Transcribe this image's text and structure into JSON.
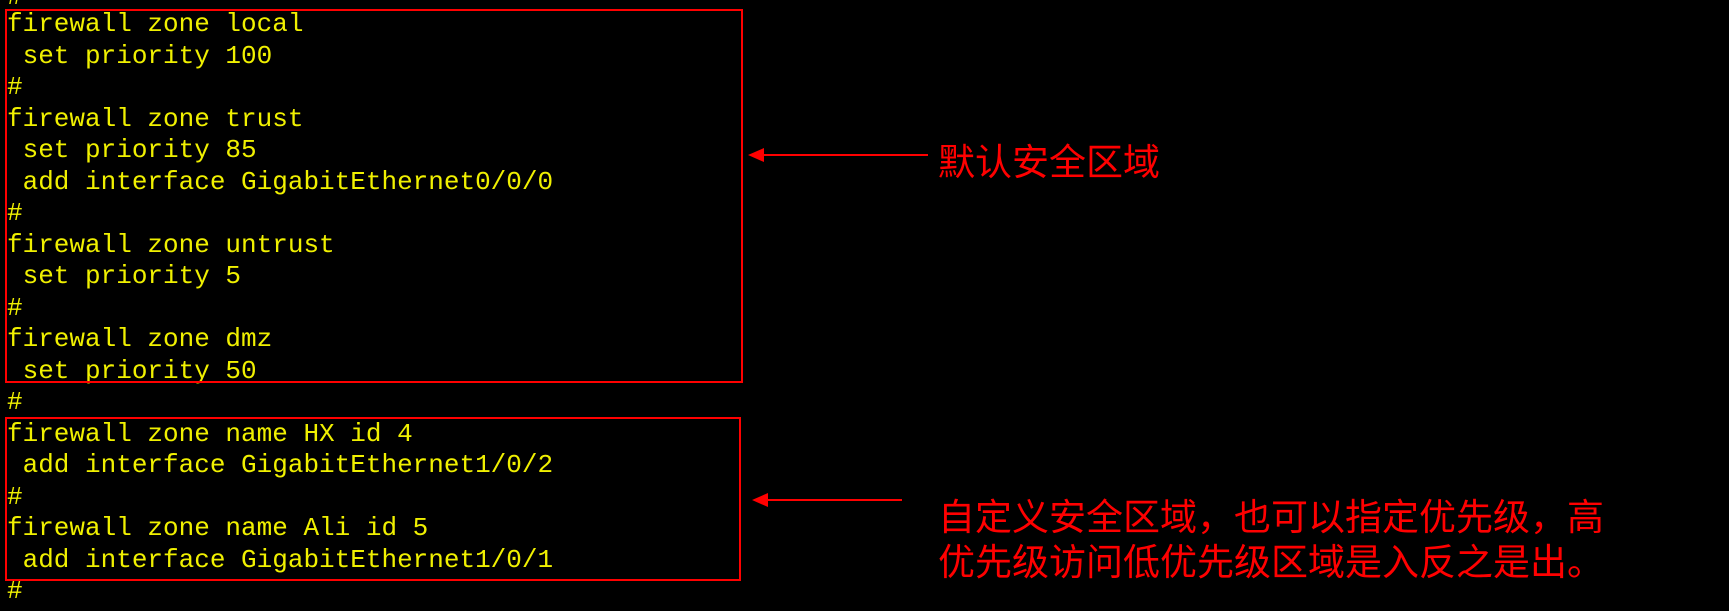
{
  "colors": {
    "background": "#000000",
    "terminal_text": "#f0f000",
    "annotation": "#ff0000"
  },
  "terminal": {
    "lines": [
      "#",
      "firewall zone local",
      " set priority 100",
      "#",
      "firewall zone trust",
      " set priority 85",
      " add interface GigabitEthernet0/0/0",
      "#",
      "firewall zone untrust",
      " set priority 5",
      "#",
      "firewall zone dmz",
      " set priority 50",
      "#",
      "firewall zone name HX id 4",
      " add interface GigabitEthernet1/0/2",
      "#",
      "firewall zone name Ali id 5",
      " add interface GigabitEthernet1/0/1",
      "#"
    ]
  },
  "annotations": {
    "default_zones": "默认安全区域",
    "custom_zones_line1": "自定义安全区域，也可以指定优先级，高",
    "custom_zones_line2": "优先级访问低优先级区域是入反之是出。"
  }
}
